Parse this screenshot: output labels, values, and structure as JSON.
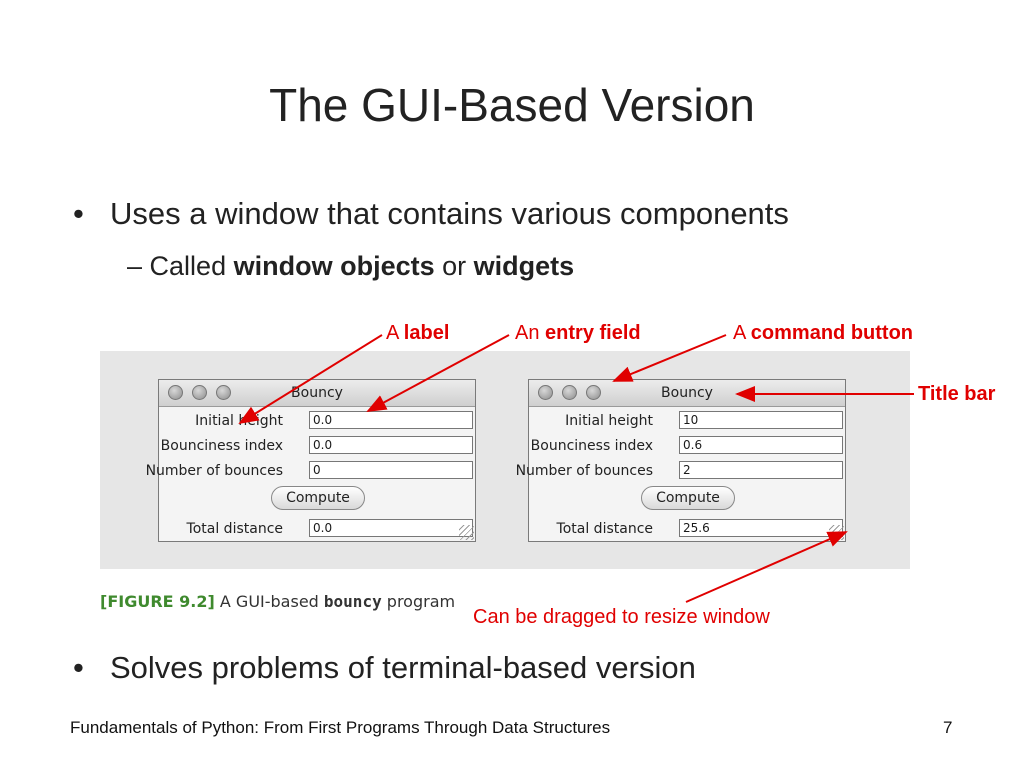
{
  "slide": {
    "title": "The GUI-Based Version",
    "bullet1": "Uses a window that contains various components",
    "sub": {
      "prefix": "Called ",
      "term1": "window objects",
      "mid": " or ",
      "term2": "widgets"
    },
    "bullet2": "Solves problems of terminal-based version",
    "bullet_symbol": "•",
    "dash": "–"
  },
  "windows": [
    {
      "title": "Bouncy",
      "rows": [
        {
          "label": "Initial height",
          "value": "0.0"
        },
        {
          "label": "Bounciness index",
          "value": "0.0"
        },
        {
          "label": "Number of bounces",
          "value": "0"
        }
      ],
      "button": "Compute",
      "total": {
        "label": "Total distance",
        "value": "0.0"
      }
    },
    {
      "title": "Bouncy",
      "rows": [
        {
          "label": "Initial height",
          "value": "10"
        },
        {
          "label": "Bounciness index",
          "value": "0.6"
        },
        {
          "label": "Number of bounces",
          "value": "2"
        }
      ],
      "button": "Compute",
      "total": {
        "label": "Total distance",
        "value": "25.6"
      }
    }
  ],
  "caption": {
    "fig": "[FIGURE 9.2]",
    "pre": " A GUI-based ",
    "code": "bouncy",
    "post": " program"
  },
  "annotations": {
    "label": {
      "article": "A ",
      "term": "label"
    },
    "entry": {
      "article": "An ",
      "term": "entry field"
    },
    "button": {
      "article": "A ",
      "term": "command button"
    },
    "titlebar": "Title bar",
    "resize": "Can be dragged to resize window"
  },
  "footer": {
    "text": "Fundamentals of Python: From First Programs Through Data Structures",
    "page": "7"
  },
  "colors": {
    "annotation": "#e00000",
    "figure_bg": "#e6e6e6",
    "caption_accent": "#3f8a2e"
  }
}
